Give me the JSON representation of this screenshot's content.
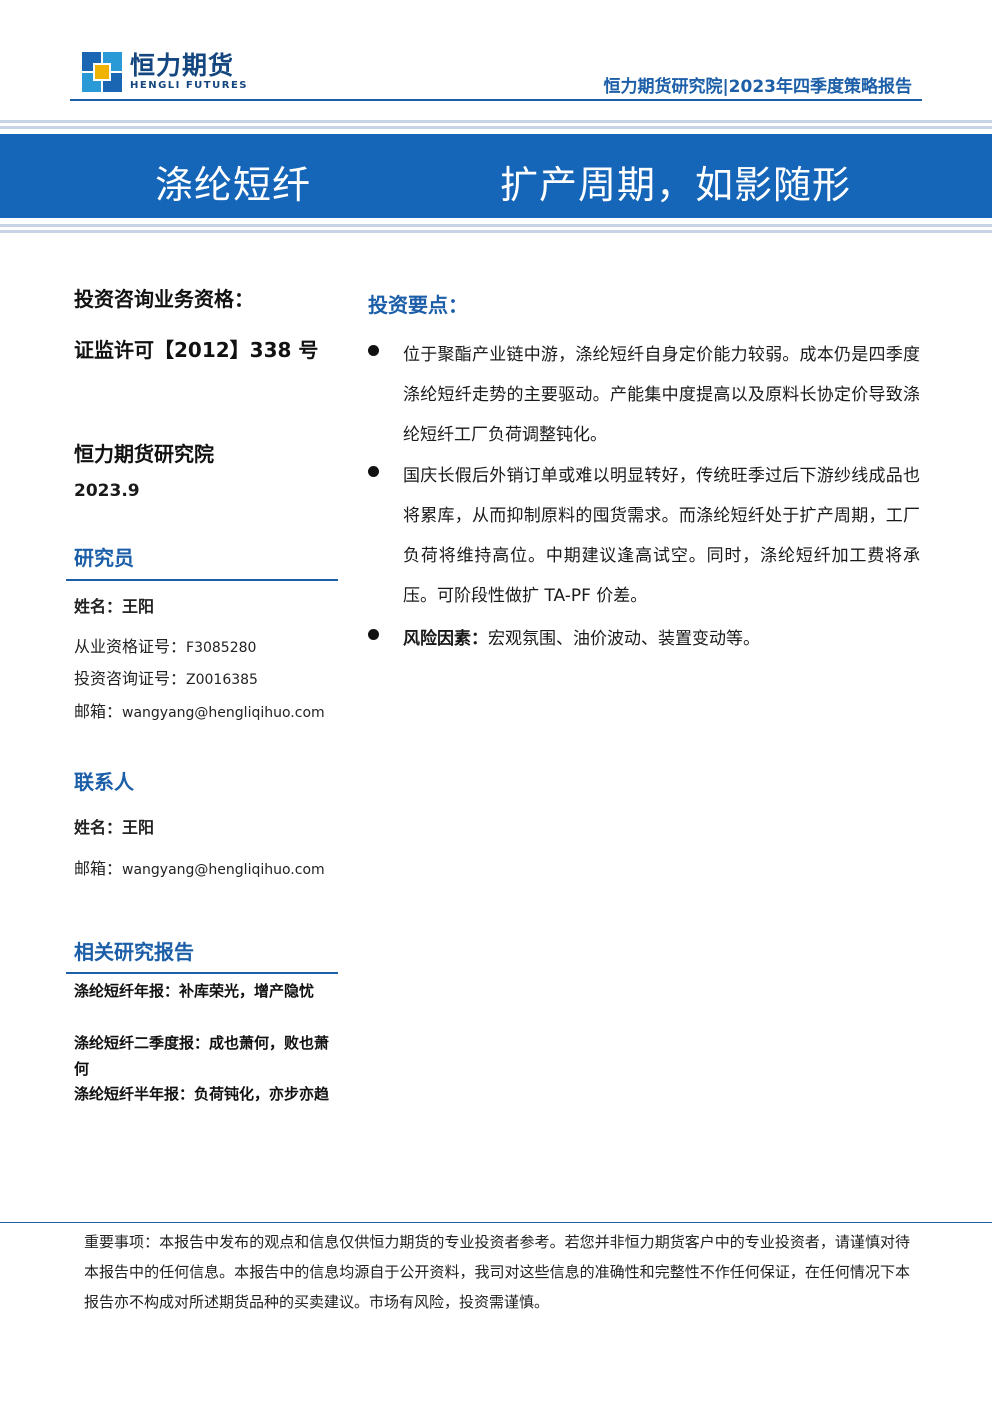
{
  "header": {
    "logo_cn": "恒力期货",
    "logo_en": "HENGLI FUTURES",
    "report_tag": "恒力期货研究院|2023年四季度策略报告"
  },
  "banner": {
    "product": "涤纶短纤",
    "headline": "扩产周期，如影随形"
  },
  "qualification": {
    "label": "投资咨询业务资格：",
    "license": "证监许可【2012】338 号"
  },
  "institute": {
    "name": "恒力期货研究院",
    "date": "2023.9"
  },
  "researcher": {
    "heading": "研究员",
    "name_label": "姓名：",
    "name": "王阳",
    "cert_label": "从业资格证号：",
    "cert": "F3085280",
    "consult_label": "投资咨询证号：",
    "consult": "Z0016385",
    "email_label": "邮箱：",
    "email": "wangyang@hengliqihuo.com"
  },
  "contact": {
    "heading": "联系人",
    "name_label": "姓名：",
    "name": "王阳",
    "email_label": "邮箱：",
    "email": "wangyang@hengliqihuo.com"
  },
  "related": {
    "heading": "相关研究报告",
    "items": [
      "涤纶短纤年报：补库荣光，增产隐忧",
      "涤纶短纤二季度报：成也萧何，败也萧何",
      "涤纶短纤半年报：负荷钝化，亦步亦趋"
    ]
  },
  "key_points": {
    "heading": "投资要点：",
    "bullets": [
      "位于聚酯产业链中游，涤纶短纤自身定价能力较弱。成本仍是四季度涤纶短纤走势的主要驱动。产能集中度提高以及原料长协定价导致涤纶短纤工厂负荷调整钝化。",
      "国庆长假后外销订单或难以明显转好，传统旺季过后下游纱线成品也将累库，从而抑制原料的囤货需求。而涤纶短纤处于扩产周期，工厂负荷将维持高位。中期建议逢高试空。同时，涤纶短纤加工费将承压。可阶段性做扩 TA-PF 价差。"
    ],
    "risk_label": "风险因素：",
    "risk_text": "宏观氛围、油价波动、装置变动等。"
  },
  "footer": {
    "disclaimer": "重要事项：本报告中发布的观点和信息仅供恒力期货的专业投资者参考。若您并非恒力期货客户中的专业投资者，请谨慎对待本报告中的任何信息。本报告中的信息均源自于公开资料，我司对这些信息的准确性和完整性不作任何保证，在任何情况下本报告亦不构成对所述期货品种的买卖建议。市场有风险，投资需谨慎。"
  }
}
